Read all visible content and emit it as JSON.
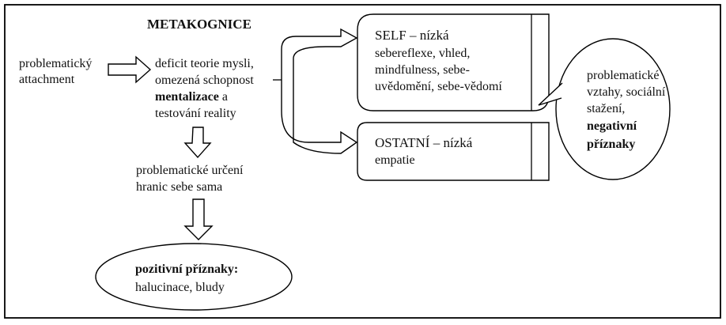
{
  "title": "METAKOGNICE",
  "attachment": {
    "line1": "problematický",
    "line2": "attachment"
  },
  "deficit": {
    "line1": "deficit teorie mysli,",
    "line2": "omezená schopnost",
    "line3": "mentalizace",
    "line3_rest": " a",
    "line4": "testování reality"
  },
  "hranice": {
    "line1": "problematické určení",
    "line2": "hranic sebe sama"
  },
  "pozitivni": {
    "line1": "pozitivní příznaky:",
    "line2": "halucinace, bludy"
  },
  "self": {
    "line1_lead": "SELF",
    "line1_rest": " – nízká",
    "line2": "sebereflexe, vhled,",
    "line3": "mindfulness, sebe-",
    "line4": "uvědomění, sebe-vědomí"
  },
  "ostatni": {
    "line1_lead": "OSTATNÍ",
    "line1_rest": " – nízká",
    "line2": "empatie"
  },
  "negativni": {
    "line1": "problematické",
    "line2": "vztahy, sociální",
    "line3": "stažení,",
    "line4": "negativní",
    "line5": "příznaky"
  }
}
